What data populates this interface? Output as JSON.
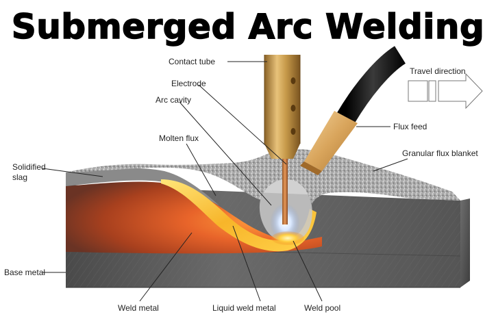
{
  "title": "Submerged Arc Welding",
  "labels": {
    "contact_tube": "Contact tube",
    "electrode": "Electrode",
    "arc_cavity": "Arc cavity",
    "molten_flux": "Molten flux",
    "solidified_slag_1": "Solidified",
    "solidified_slag_2": "slag",
    "base_metal": "Base metal",
    "weld_metal": "Weld metal",
    "liquid_weld_metal": "Liquid weld metal",
    "weld_pool": "Weld pool",
    "travel_direction": "Travel direction",
    "flux_feed": "Flux feed",
    "granular_flux_blanket": "Granular flux blanket"
  },
  "colors": {
    "base_metal": "#5e5e5e",
    "weld_metal": "#d2561e",
    "molten_flux": "#f7c531",
    "slag": "#8a8a8a",
    "granular_flux": "#b5b5b5",
    "contact_tube": "#c79a4a",
    "flux_hose": "#1a1a1a",
    "flux_nozzle": "#e0b070"
  }
}
